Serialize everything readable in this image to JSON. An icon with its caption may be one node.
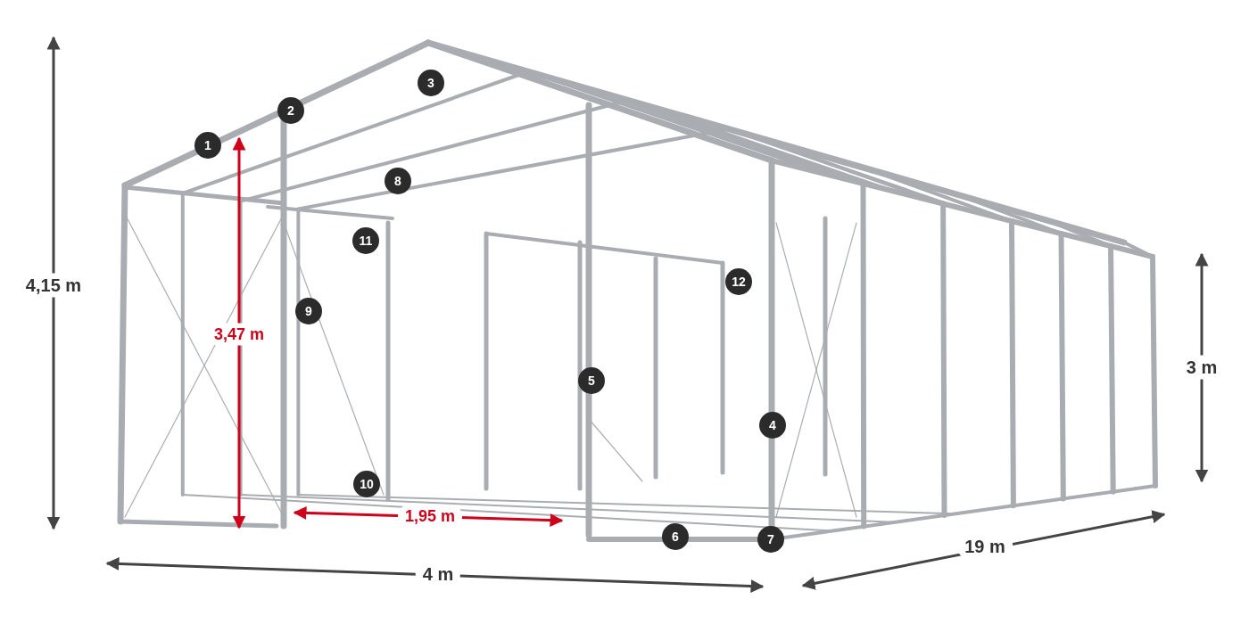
{
  "diagram": {
    "labels": [
      "3",
      "2",
      "1",
      "8",
      "11",
      "12",
      "4,15 m",
      "9",
      "3,47 m",
      "3 m",
      "5",
      "4",
      "10",
      "1,95 m",
      "6",
      "7",
      "19 m",
      "4 m"
    ]
  }
}
